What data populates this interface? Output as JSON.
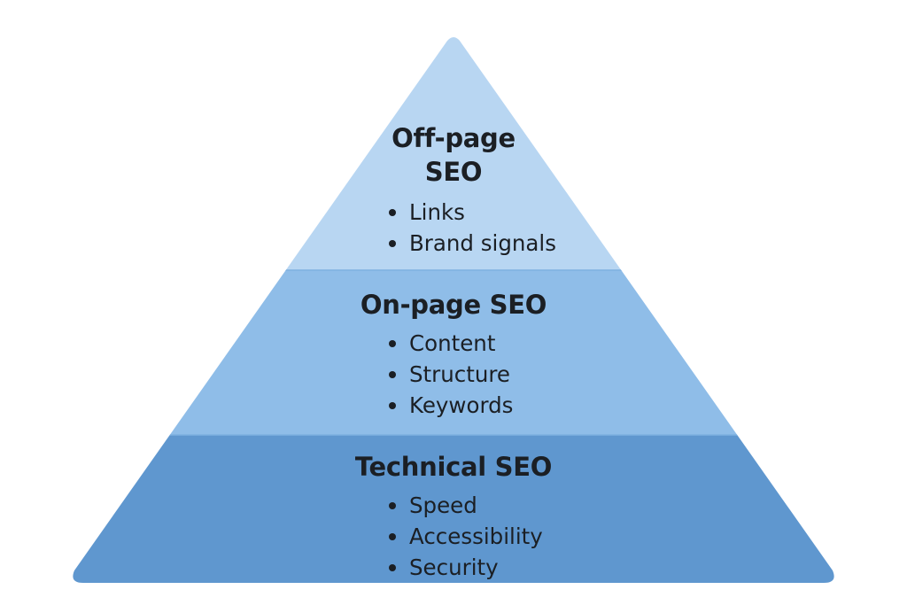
{
  "colors": {
    "top_tier": "#b8d6f2",
    "middle_tier": "#8fbde8",
    "bottom_tier": "#5f97cf",
    "tier_border": "#7fb1e0",
    "text": "#1b1f24"
  },
  "tiers": [
    {
      "title_lines": [
        "Off-page",
        "SEO"
      ],
      "items": [
        "Links",
        "Brand signals"
      ]
    },
    {
      "title_lines": [
        "On-page SEO"
      ],
      "items": [
        "Content",
        "Structure",
        "Keywords"
      ]
    },
    {
      "title_lines": [
        "Technical SEO"
      ],
      "items": [
        "Speed",
        "Accessibility",
        "Security"
      ]
    }
  ]
}
